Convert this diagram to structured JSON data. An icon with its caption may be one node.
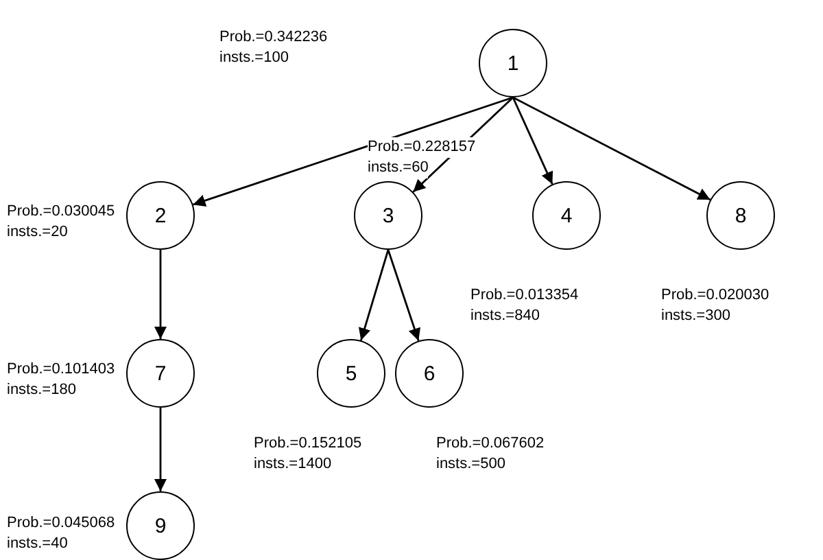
{
  "diagram": {
    "nodes": [
      {
        "text": [
          "1"
        ],
        "beside": [
          "Prob.=0.342236",
          "insts.=100"
        ]
      },
      {
        "text": [
          "2"
        ],
        "beside": [
          "Prob.=0.030045",
          "insts.=20"
        ]
      },
      {
        "text": [
          "3"
        ],
        "beside": [
          "Prob.=0.228157",
          "insts.=60"
        ]
      },
      {
        "text": [
          "4"
        ],
        "beside": [
          "Prob.=0.013354",
          "insts.=840"
        ]
      },
      {
        "text": [
          "8"
        ],
        "beside": [
          "Prob.=0.020030",
          "insts.=300"
        ]
      },
      {
        "text": [
          "7"
        ],
        "beside": [
          "Prob.=0.101403",
          "insts.=180"
        ]
      },
      {
        "text": [
          "5"
        ],
        "beside": [
          "Prob.=0.152105",
          "insts.=1400"
        ]
      },
      {
        "text": [
          "6"
        ],
        "beside": [
          "Prob.=0.067602",
          "insts.=500"
        ]
      },
      {
        "text": [
          "9"
        ],
        "beside": [
          "Prob.=0.045068",
          "insts.=40"
        ]
      }
    ],
    "edges": [
      {
        "from": 0,
        "to": 1,
        "arrow": "to"
      },
      {
        "from": 0,
        "to": 2,
        "arrow": "to"
      },
      {
        "from": 0,
        "to": 3,
        "arrow": "to"
      },
      {
        "from": 0,
        "to": 4,
        "arrow": "to"
      },
      {
        "from": 2,
        "to": 6,
        "arrow": "to"
      },
      {
        "from": 2,
        "to": 7,
        "arrow": "to"
      },
      {
        "from": 1,
        "to": 5,
        "arrow": "to"
      },
      {
        "from": 5,
        "to": 8,
        "arrow": "to"
      }
    ]
  }
}
